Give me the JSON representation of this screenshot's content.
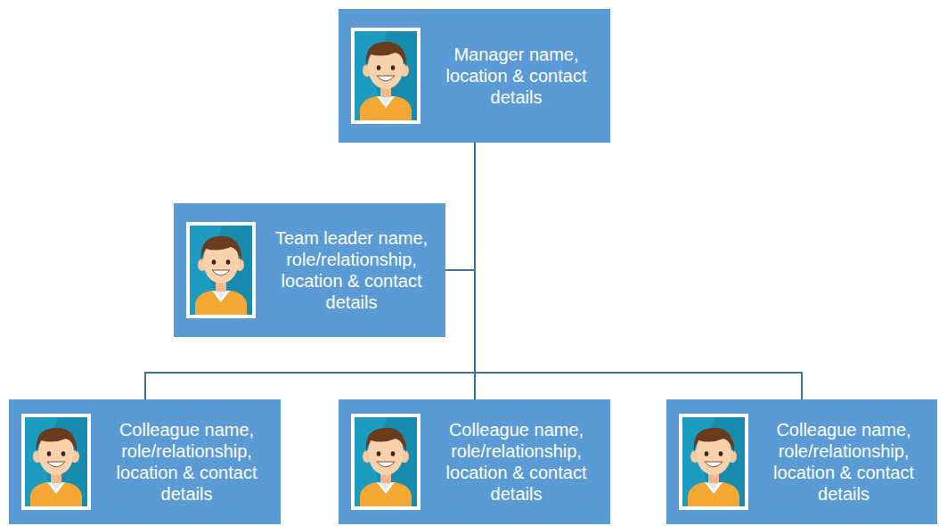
{
  "diagram": {
    "nodes": [
      {
        "text": [
          "Manager name, location & contact details"
        ]
      },
      {
        "text": [
          "Team leader name, role/relationship, location & contact details"
        ]
      },
      {
        "text": [
          "Colleague name, role/relationship, location & contact details"
        ]
      },
      {
        "text": [
          "Colleague name, role/relationship, location & contact details"
        ]
      },
      {
        "text": [
          "Colleague name, role/relationship, location & contact details"
        ]
      }
    ],
    "edges": [
      {
        "from": 0,
        "to": 1,
        "arrow": "none"
      },
      {
        "from": 0,
        "to": 2,
        "arrow": "none"
      },
      {
        "from": 0,
        "to": 3,
        "arrow": "none"
      },
      {
        "from": 0,
        "to": 4,
        "arrow": "none"
      }
    ]
  }
}
